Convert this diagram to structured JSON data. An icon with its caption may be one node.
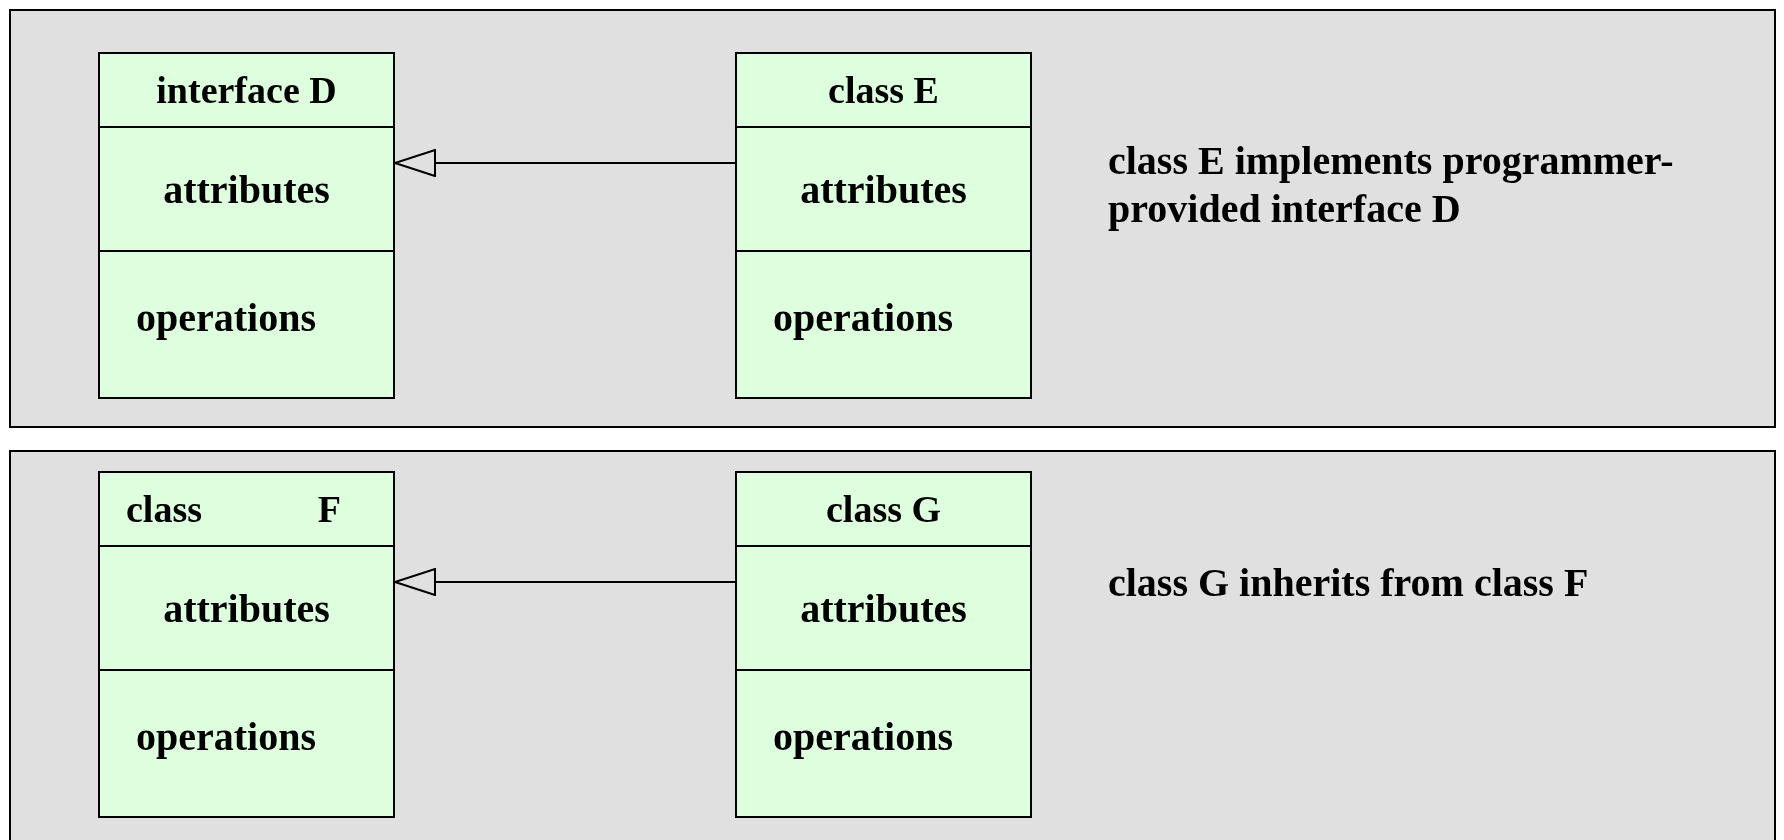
{
  "diagram": {
    "nodes": [
      {
        "text": [
          "interface D",
          "attributes",
          "operations"
        ]
      },
      {
        "text": [
          "class E",
          "attributes",
          "operations"
        ]
      },
      {
        "text": [
          "class F",
          "attributes",
          "operations"
        ]
      },
      {
        "text": [
          "class G",
          "attributes",
          "operations"
        ]
      }
    ],
    "edges": [
      {
        "from": 1,
        "to": 0,
        "arrow": "to"
      },
      {
        "from": 3,
        "to": 2,
        "arrow": "to"
      }
    ],
    "labels": [
      "class E implements programmer-provided interface D",
      "class G inherits from class F"
    ]
  }
}
